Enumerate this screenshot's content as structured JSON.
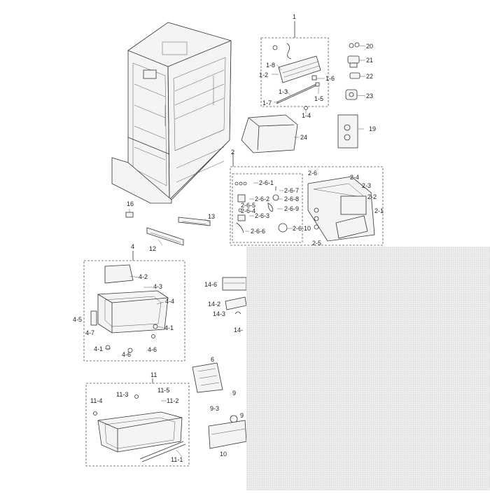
{
  "callouts": [
    {
      "id": "c1",
      "text": "1"
    },
    {
      "id": "c1-8",
      "text": "1-8"
    },
    {
      "id": "c1-2",
      "text": "1-2"
    },
    {
      "id": "c1-6",
      "text": "1-6"
    },
    {
      "id": "c1-3",
      "text": "1-3"
    },
    {
      "id": "c1-5",
      "text": "1-5"
    },
    {
      "id": "c1-7",
      "text": "1-7"
    },
    {
      "id": "c1-4",
      "text": "1-4"
    },
    {
      "id": "c20",
      "text": "20"
    },
    {
      "id": "c21",
      "text": "21"
    },
    {
      "id": "c22",
      "text": "22"
    },
    {
      "id": "c23",
      "text": "23"
    },
    {
      "id": "c19",
      "text": "19"
    },
    {
      "id": "c24",
      "text": "24"
    },
    {
      "id": "c2",
      "text": "2"
    },
    {
      "id": "c2-6",
      "text": "2-6"
    },
    {
      "id": "c2-4",
      "text": "2-4"
    },
    {
      "id": "c2-3",
      "text": "2-3"
    },
    {
      "id": "c2-2",
      "text": "2-2"
    },
    {
      "id": "c2-1",
      "text": "2-1"
    },
    {
      "id": "c2-5",
      "text": "2-5"
    },
    {
      "id": "c2-6-1",
      "text": "2-6-1"
    },
    {
      "id": "c2-6-7",
      "text": "2-6-7"
    },
    {
      "id": "c2-6-2",
      "text": "2-6-2"
    },
    {
      "id": "c2-6-8",
      "text": "2-6-8"
    },
    {
      "id": "c2-6-5",
      "text": "2-6-5"
    },
    {
      "id": "c2-6-4",
      "text": "2-6-4"
    },
    {
      "id": "c2-6-9",
      "text": "2-6-9"
    },
    {
      "id": "c2-6-3",
      "text": "2-6-3"
    },
    {
      "id": "c2-6-6",
      "text": "2-6-6"
    },
    {
      "id": "c2-6-10",
      "text": "2-6-10"
    },
    {
      "id": "c16",
      "text": "16"
    },
    {
      "id": "c13",
      "text": "13"
    },
    {
      "id": "c12",
      "text": "12"
    },
    {
      "id": "c4",
      "text": "4"
    },
    {
      "id": "c4-2",
      "text": "4-2"
    },
    {
      "id": "c4-3",
      "text": "4-3"
    },
    {
      "id": "c4-4",
      "text": "4-4"
    },
    {
      "id": "c4-5",
      "text": "4-5"
    },
    {
      "id": "c4-7",
      "text": "4-7"
    },
    {
      "id": "c4-1a",
      "text": "4-1"
    },
    {
      "id": "c4-1b",
      "text": "4-1"
    },
    {
      "id": "c4-6a",
      "text": "4-6"
    },
    {
      "id": "c4-6b",
      "text": "4-6"
    },
    {
      "id": "c14-6",
      "text": "14-6"
    },
    {
      "id": "c14-2",
      "text": "14-2"
    },
    {
      "id": "c14-3",
      "text": "14-3"
    },
    {
      "id": "c14-x",
      "text": "14-"
    },
    {
      "id": "c6",
      "text": "6"
    },
    {
      "id": "c11",
      "text": "11"
    },
    {
      "id": "c11-5",
      "text": "11-5"
    },
    {
      "id": "c11-3",
      "text": "11-3"
    },
    {
      "id": "c11-4",
      "text": "11-4"
    },
    {
      "id": "c11-2",
      "text": "11-2"
    },
    {
      "id": "c11-1",
      "text": "11-1"
    },
    {
      "id": "c9",
      "text": "9"
    },
    {
      "id": "c9-3",
      "text": "9-3"
    },
    {
      "id": "c9b",
      "text": "9"
    },
    {
      "id": "c10",
      "text": "10"
    }
  ]
}
